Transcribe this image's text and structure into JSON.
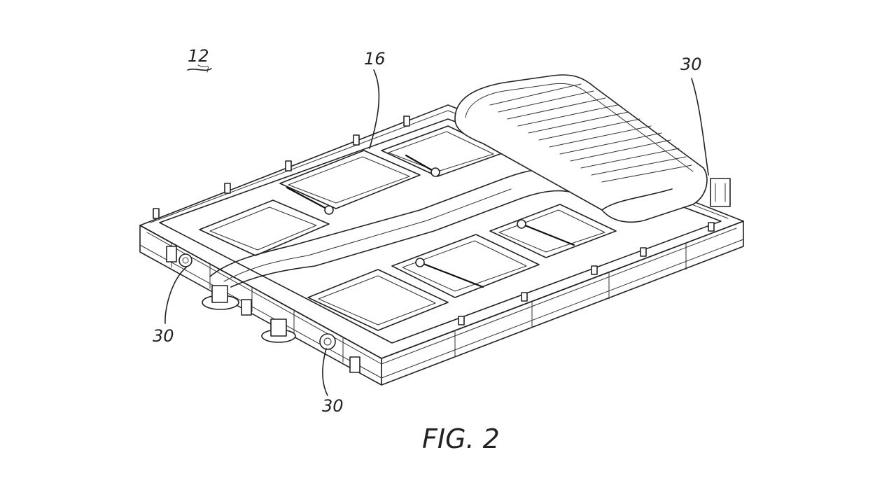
{
  "figure": {
    "caption": "FIG. 2",
    "reference_numerals": {
      "assembly": "12",
      "cover": "16",
      "connector_top_right": "30",
      "connector_left": "30",
      "connector_bottom": "30"
    }
  },
  "colors": {
    "line": "#222222",
    "background": "#ffffff"
  }
}
